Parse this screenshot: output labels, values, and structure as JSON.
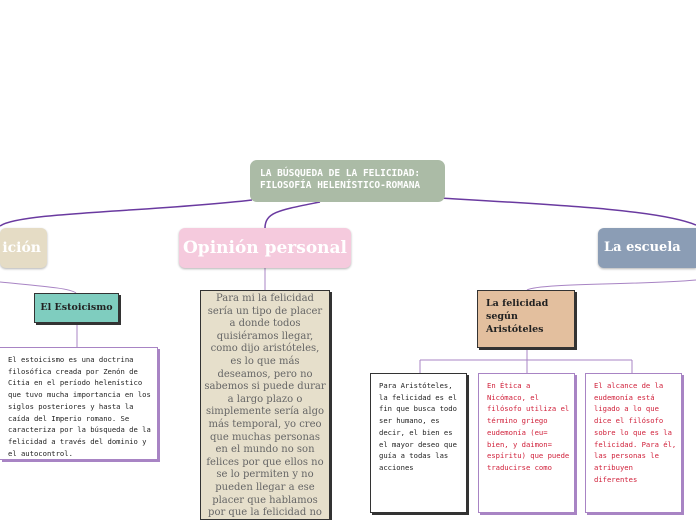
{
  "main_topic": {
    "line1": "LA BÚSQUEDA DE LA FELICIDAD:",
    "line2": "FILOSOFÍA HELENÍSTICO-ROMANA"
  },
  "topics": [
    {
      "label": "ición",
      "color": "#e5dcc5"
    },
    {
      "label": "Opinión personal",
      "color": "#f5cadd"
    },
    {
      "label": "La escuela",
      "color": "#8b9db5"
    }
  ],
  "subtopics": {
    "estoicismo": {
      "label": "El Estoicismo",
      "color": "#7fcdbf"
    },
    "aristoteles": {
      "label": "La felicidad según Aristóteles",
      "color": "#e3bf9e"
    }
  },
  "notes": {
    "estoicismo": "El estoicismo es una doctrina filosófica creada por Zenón de Citia en el período helenístico que tuvo mucha importancia en los siglos posteriores y hasta la caída del Imperio romano. Se caracteriza por la búsqueda de la felicidad a través del dominio y el autocontrol.",
    "opinion": "Para mi la felicidad sería un tipo de placer a donde todos quisiéramos llegar, como dijo aristóteles, es lo que más deseamos, pero no sabemos si puede durar a largo plazo o simplemente sería algo más temporal, yo creo que muchas personas en el mundo no son felices por que ellos no se lo permiten y no pueden llegar a ese placer que hablamos por que la felicidad no es a largo",
    "aristoteles_1": "Para Aristóteles, la felicidad es el fin que busca todo ser humano, es decir, el bien es el mayor deseo que guía a todas las acciones",
    "aristoteles_2": "En Ética a Nicómaco, el filósofo utiliza el término griego eudemonía (eu= bien,  y daimon= espíritu) que puede traducirse como",
    "aristoteles_3": "El alcance de la eudemonía está ligado a lo que dice el filósofo sobre lo que es la felicidad. Para él, las personas le atribuyen diferentes"
  },
  "colors": {
    "connector": "#6a3aa0",
    "note_text_red": "#d0203a",
    "opinion_bg": "#e6dfcb"
  }
}
